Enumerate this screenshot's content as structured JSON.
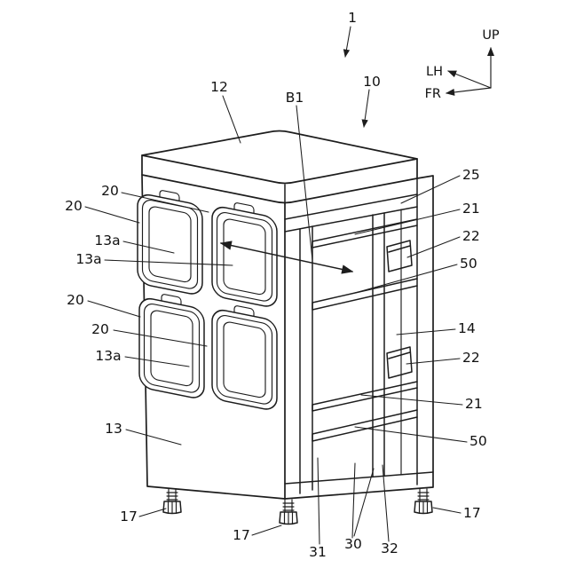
{
  "figure": {
    "background_color": "#ffffff",
    "line_color": "#1d1d1d",
    "text_color": "#111111"
  },
  "axes_indicator": {
    "up_label": "UP",
    "lh_label": "LH",
    "fr_label": "FR"
  },
  "labels": {
    "assembly": "1",
    "unit": "10",
    "top_panel": "12",
    "swap_arrow": "B1",
    "top_rail": "25",
    "rail_upper": "21",
    "bracket_upper": "22",
    "bar_upper": "50",
    "side_frame": "14",
    "bracket_lower": "22",
    "rail_lower": "21",
    "bar_lower": "50",
    "container_top_right": "20",
    "container_top_left": "20",
    "opening_top_left": "13a",
    "opening_top_right": "13a",
    "container_bottom_left": "20",
    "container_bottom_right": "20",
    "opening_bottom_left": "13a",
    "holder_panel": "13",
    "foot_front_left": "17",
    "foot_front_center": "17",
    "foot_rear_right": "17",
    "post_front": "31",
    "bottom_section": "30",
    "post_middle": "32"
  }
}
